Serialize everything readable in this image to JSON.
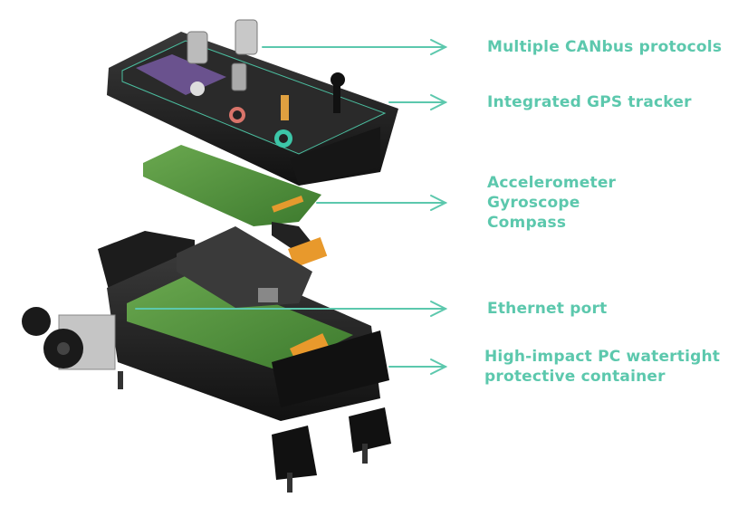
{
  "accent_color": "#5cc8ad",
  "features": [
    {
      "lines": [
        "Multiple CANbus protocols"
      ]
    },
    {
      "lines": [
        "Integrated GPS tracker"
      ]
    },
    {
      "lines": [
        "Accelerometer",
        "Gyroscope",
        "Compass"
      ]
    },
    {
      "lines": [
        "Ethernet port"
      ]
    },
    {
      "lines": [
        "High-impact PC watertight",
        "protective container"
      ]
    }
  ],
  "device_parts": [
    "lid-with-connectors",
    "sensor-board",
    "main-board",
    "enclosure-base",
    "mounting-bracket",
    "screws"
  ]
}
